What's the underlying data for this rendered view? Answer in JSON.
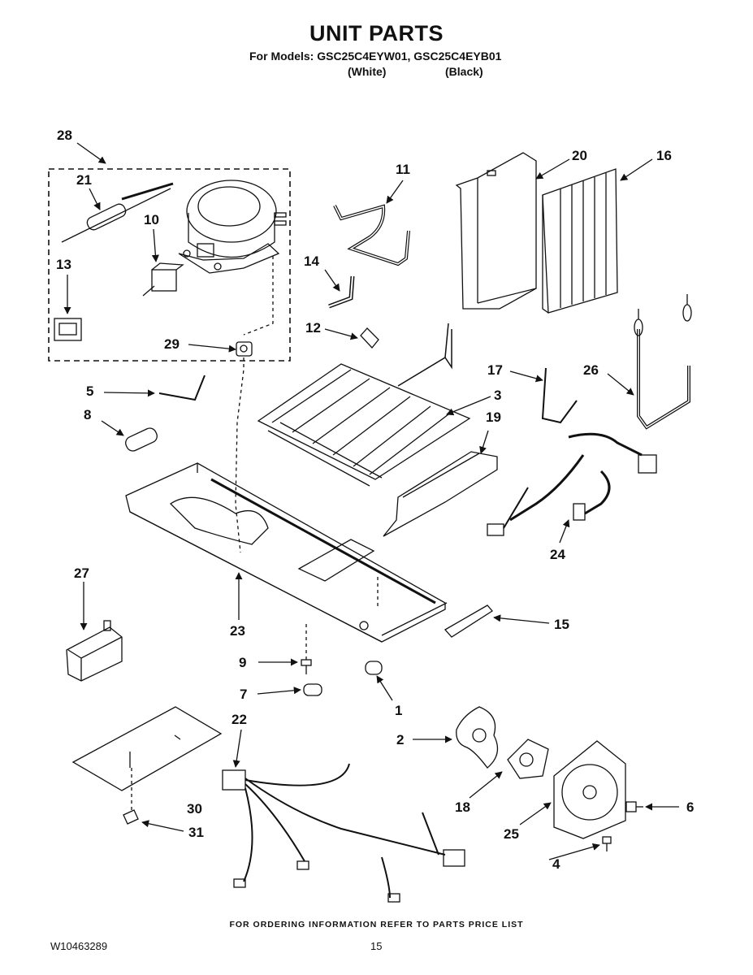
{
  "header": {
    "title": "UNIT PARTS",
    "models_line": "For Models: GSC25C4EYW01, GSC25C4EYB01",
    "color_white": "(White)",
    "color_black": "(Black)"
  },
  "footer": {
    "ordering_note": "FOR ORDERING INFORMATION REFER TO PARTS PRICE LIST",
    "document_number": "W10463289",
    "page_number": "15"
  },
  "callouts": {
    "c1": "1",
    "c2": "2",
    "c3": "3",
    "c4": "4",
    "c5": "5",
    "c6": "6",
    "c7": "7",
    "c8": "8",
    "c9": "9",
    "c10": "10",
    "c11": "11",
    "c12": "12",
    "c13": "13",
    "c14": "14",
    "c15": "15",
    "c16": "16",
    "c17": "17",
    "c18": "18",
    "c19": "19",
    "c20": "20",
    "c21": "21",
    "c22": "22",
    "c23": "23",
    "c24": "24",
    "c25": "25",
    "c26": "26",
    "c27": "27",
    "c28": "28",
    "c29": "29",
    "c30": "30",
    "c31": "31"
  },
  "colors": {
    "ink": "#111111",
    "paper": "#ffffff"
  }
}
